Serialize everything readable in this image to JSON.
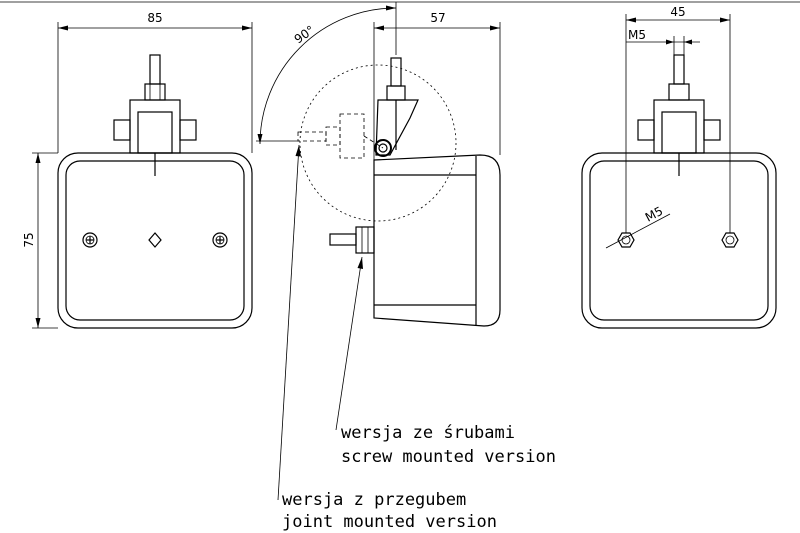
{
  "dimensions": {
    "front_width": "85",
    "height": "75",
    "side_depth": "57",
    "swivel_angle": "90°",
    "back_width": "45",
    "stud_thread": "M5",
    "hole_thread": "M5"
  },
  "notes": {
    "screw_pl": "wersja ze śrubami",
    "screw_en": "screw mounted version",
    "joint_pl": "wersja z przegubem",
    "joint_en": "joint mounted version"
  }
}
